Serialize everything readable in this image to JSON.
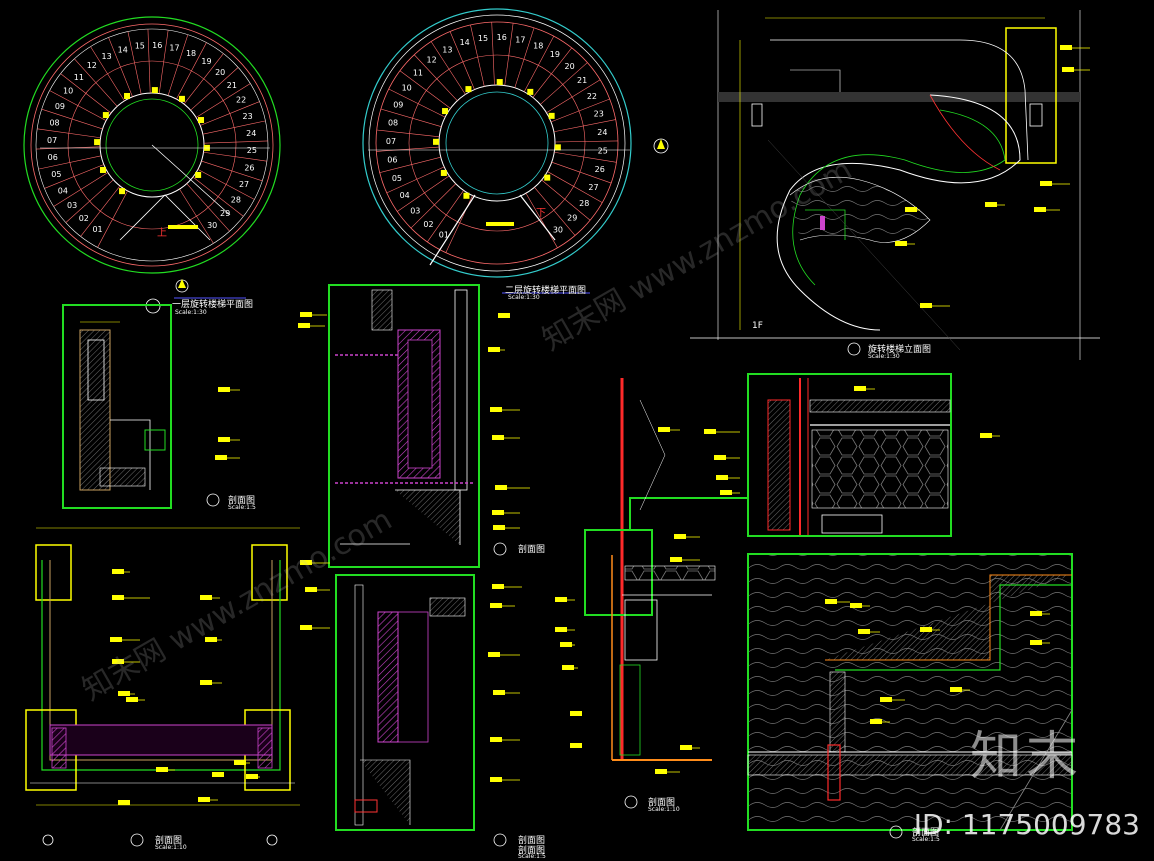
{
  "colors": {
    "background": "#000000",
    "frame": "#22dd22",
    "annotation": "#ffff00",
    "rail_red": "#ff2a2a",
    "hatch_magenta": "#cc44cc",
    "line_white": "#ffffff",
    "line_cyan": "#33cccc",
    "wood": "#c8a060",
    "orange": "#ff8c1a"
  },
  "titles": {
    "plan1": "一层旋转楼梯平面图",
    "plan1_scale": "Scale:1:30",
    "plan2": "二层旋转楼梯平面图",
    "plan2_scale": "Scale:1:30",
    "elevation": "旋转楼梯立面图",
    "elevation_scale": "Scale:1:30",
    "section_a": "剖面图",
    "section_a_scale": "Scale:1:5",
    "section_b": "剖面图",
    "section_c": "剖面图",
    "section_d": "剖面图",
    "section_d_scale": "Scale:1:10",
    "section_e": "剖面图",
    "section_e_scale": "Scale:1:5",
    "section_f": "剖面图",
    "section_f_scale": "Scale:1:10",
    "section_g": "剖面图",
    "section_g_scale": "Scale:1:5",
    "floor_label": "1F"
  },
  "plan1": {
    "step_numbers": [
      "01",
      "02",
      "03",
      "04",
      "05",
      "06",
      "07",
      "08",
      "09",
      "10",
      "11",
      "12",
      "13",
      "14",
      "15",
      "16",
      "17",
      "18",
      "19",
      "20",
      "21",
      "22",
      "23",
      "24",
      "25",
      "26",
      "27",
      "28",
      "29",
      "30"
    ],
    "up_mark": "上"
  },
  "plan2": {
    "step_numbers": [
      "01",
      "02",
      "03",
      "04",
      "05",
      "06",
      "07",
      "08",
      "09",
      "10",
      "11",
      "12",
      "13",
      "14",
      "15",
      "16",
      "17",
      "18",
      "19",
      "20",
      "21",
      "22",
      "23",
      "24",
      "25",
      "26",
      "27",
      "28",
      "29",
      "30"
    ],
    "down_mark": "下"
  },
  "watermark": {
    "logo": "知末",
    "id": "ID: 1175009783",
    "site": "知末网 www.znzmo.com"
  }
}
